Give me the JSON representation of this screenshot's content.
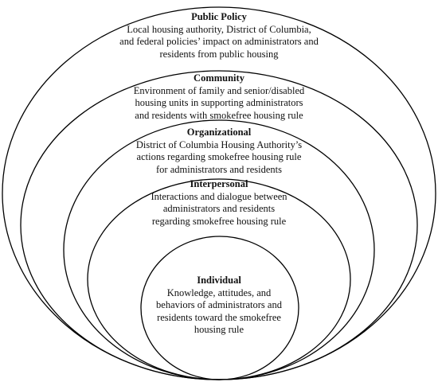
{
  "levels": {
    "public_policy": {
      "title": "Public Policy",
      "description": "Local housing authority, District of Columbia, and federal policies’ impact on administrators and residents from public housing"
    },
    "community": {
      "title": "Community",
      "description": "Environment of family and senior/disabled housing units in supporting administrators and residents with smokefree housing rule"
    },
    "organizational": {
      "title": "Organizational",
      "description": "District of Columbia Housing Authority’s actions regarding smokefree housing rule for administrators and residents"
    },
    "interpersonal": {
      "title": "Interpersonal",
      "description": "Interactions and dialogue between administrators and residents regarding smokefree housing rule"
    },
    "individual": {
      "title": "Individual",
      "description": "Knowledge, attitudes, and behaviors of administrators and residents toward the smokefree housing rule"
    }
  },
  "colors": {
    "stroke": "#000000",
    "background": "#ffffff",
    "text": "#111111"
  }
}
